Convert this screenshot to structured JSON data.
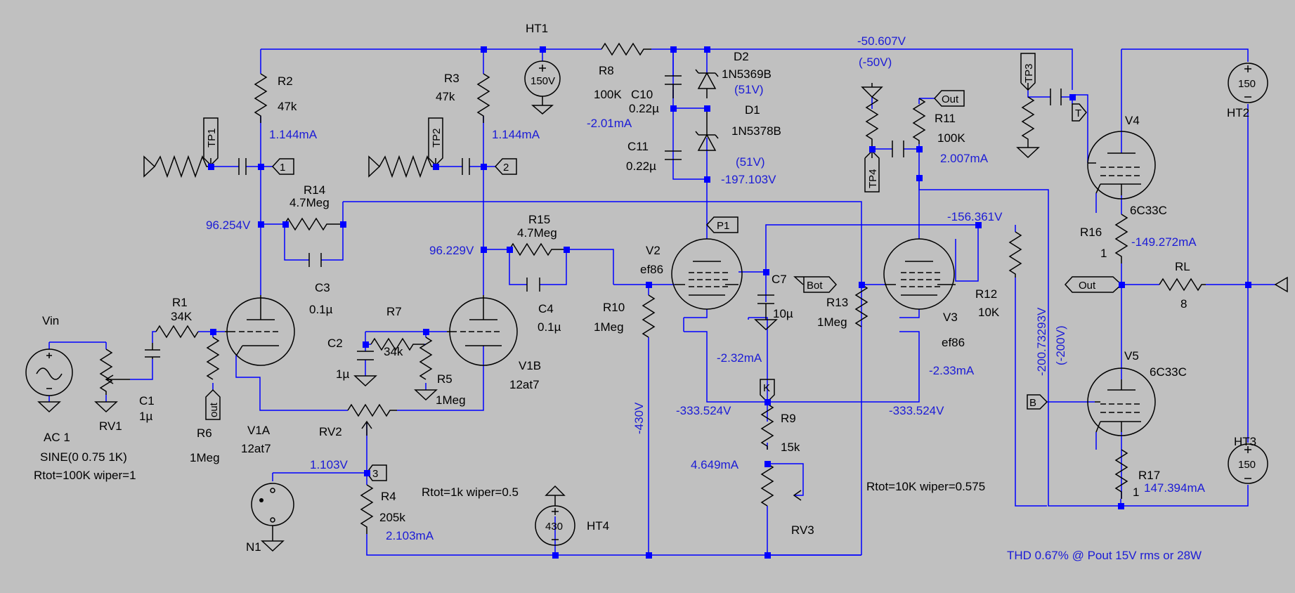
{
  "labels": {
    "ht1": "HT1",
    "ht2": "HT2",
    "ht3": "HT3",
    "ht4": "HT4",
    "ht1_val": "150V",
    "ht2_val": "150",
    "ht3_val": "150",
    "ht4_val": "430",
    "r1": "R1",
    "r1_val": "34K",
    "r2": "R2",
    "r2_val": "47k",
    "r3": "R3",
    "r3_val": "47k",
    "r4": "R4",
    "r4_val": "205k",
    "r5": "R5",
    "r5_val": "1Meg",
    "r6": "R6",
    "r6_val": "1Meg",
    "r7": "R7",
    "r7_val": "34k",
    "r8": "R8",
    "r8_val": "100K",
    "r9": "R9",
    "r9_val": "15k",
    "r10": "R10",
    "r10_val": "1Meg",
    "r11": "R11",
    "r11_val": "100K",
    "r12": "R12",
    "r12_val": "10K",
    "r13": "R13",
    "r13_val": "1Meg",
    "r14": "R14",
    "r14_val": "4.7Meg",
    "r15": "R15",
    "r15_val": "4.7Meg",
    "r16": "R16",
    "r16_val": "1",
    "r17": "R17",
    "r17_val": "1",
    "rl": "RL",
    "rl_val": "8",
    "c1": "C1",
    "c1_val": "1µ",
    "c2": "C2",
    "c2_val": "1µ",
    "c3": "C3",
    "c3_val": "0.1µ",
    "c4": "C4",
    "c4_val": "0.1µ",
    "c7": "C7",
    "c7_val": "10µ",
    "c10": "C10",
    "c10_val": "0.22µ",
    "c11": "C11",
    "c11_val": "0.22µ",
    "d1": "D1",
    "d1_val": "1N5378B",
    "d2": "D2",
    "d2_val": "1N5369B",
    "v1a": "V1A",
    "v1a_val": "12at7",
    "v1b": "V1B",
    "v1b_val": "12at7",
    "v2": "V2",
    "v2_val": "ef86",
    "v3": "V3",
    "v3_val": "ef86",
    "v4": "V4",
    "v4_val": "6C33C",
    "v5": "V5",
    "v5_val": "6C33C",
    "rv1": "RV1",
    "rv2": "RV2",
    "rv3": "RV3",
    "vin": "Vin",
    "ac1": "AC 1",
    "sine": "SINE(0 0.75 1K)",
    "rtot1": "Rtot=100K wiper=1",
    "rtot2": "Rtot=1k wiper=0.5",
    "rtot3": "Rtot=10K wiper=0.575",
    "n1": "N1",
    "tp1": "TP1",
    "tp2": "TP2",
    "tp3": "TP3",
    "tp4": "TP4",
    "p1": "P1",
    "bot": "Bot",
    "out": "Out",
    "out2": "Out",
    "out_v": "out",
    "k": "K",
    "t": "T",
    "b": "B",
    "n_1": "1",
    "n_2": "2",
    "n_3": "3"
  },
  "measurements": {
    "m_r2_i": "1.144mA",
    "m_r3_i": "1.144mA",
    "m_v1a": "96.254V",
    "m_v1b": "96.229V",
    "m_c10_i": "-2.01mA",
    "m_d2v": "(51V)",
    "m_d1v": "(51V)",
    "m_197": "-197.103V",
    "m_50607": "-50.607V",
    "m_50": "(-50V)",
    "m_r11_i": "2.007mA",
    "m_156": "-156.361V",
    "m_149": "-149.272mA",
    "m_200v": "-200.73293V",
    "m_200": "(-200V)",
    "m_232": "-2.32mA",
    "m_233": "-2.33mA",
    "m_333a": "-333.524V",
    "m_333b": "-333.524V",
    "m_430": "-430V",
    "m_4649": "4.649mA",
    "m_1103": "1.103V",
    "m_2103": "2.103mA",
    "m_147": "147.394mA",
    "thd": "THD 0.67% @ Pout 15V rms or 28W"
  },
  "colors": {
    "wire": "#0000ff",
    "component": "#000000",
    "measure": "#1b1bd6",
    "background": "#c0c0c0"
  }
}
